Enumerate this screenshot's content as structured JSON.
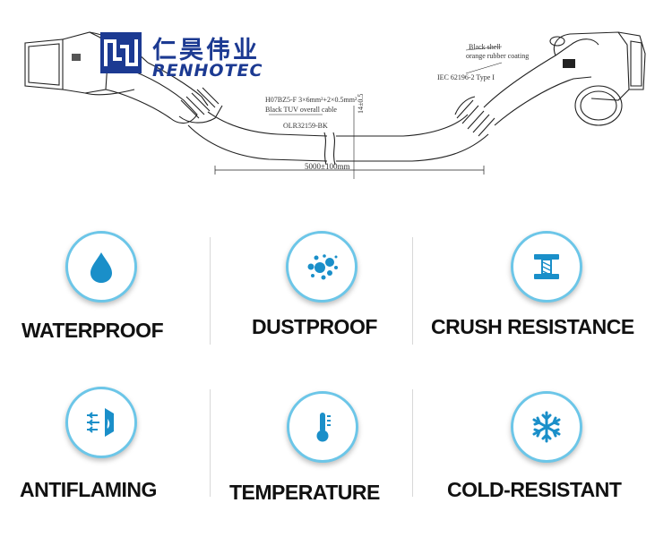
{
  "brand": {
    "name_cn": "仁昊伟业",
    "name_en": "RENHOTEC"
  },
  "drawing": {
    "cable_spec_1": "H07BZ5-F 3×6mm²+2×0.5mm²",
    "cable_spec_2": "Black TUV overall cable",
    "cable_spec_3": "OLR32159-BK",
    "diameter": "14±0.5",
    "length": "5000±100mm",
    "shell_1": "Black shell",
    "shell_2": "orange rubber coating",
    "standard": "IEC 62196-2 Type I"
  },
  "features": [
    {
      "label": "WATERPROOF",
      "icon": "water-drop-icon"
    },
    {
      "label": "DUSTPROOF",
      "icon": "dust-particles-icon"
    },
    {
      "label": "CRUSH RESISTANCE",
      "icon": "crush-press-icon"
    },
    {
      "label": "ANTIFLAMING",
      "icon": "flame-shield-icon"
    },
    {
      "label": "TEMPERATURE",
      "icon": "thermometer-icon"
    },
    {
      "label": "COLD-RESISTANT",
      "icon": "snowflake-icon"
    }
  ],
  "colors": {
    "accent": "#6cc6e8",
    "icon_fill": "#1a8fc9",
    "brand": "#1c3a92"
  }
}
